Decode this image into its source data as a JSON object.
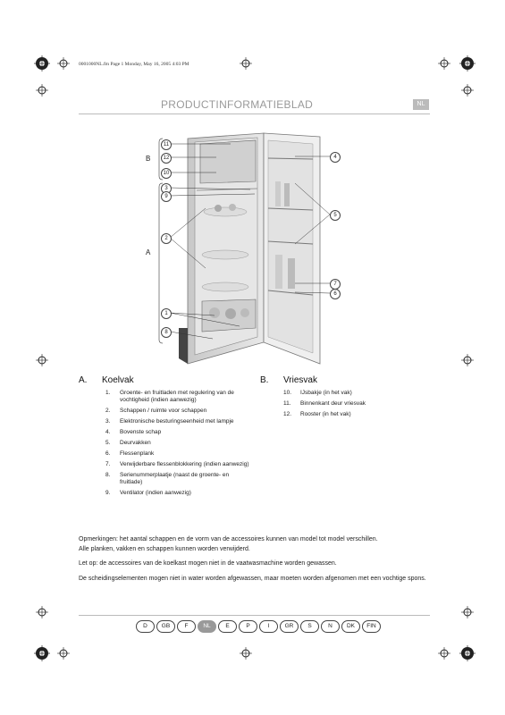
{
  "header_line": "0001000NL.fm Page 1 Monday, May 16, 2005 4:03 PM",
  "title": "PRODUCTINFORMATIEBLAD",
  "lang_badge": "NL",
  "diagram": {
    "label_b": "B",
    "label_a": "A",
    "callouts_left": [
      "11",
      "12",
      "10",
      "3",
      "9",
      "2",
      "1",
      "8"
    ],
    "callouts_right": [
      "4",
      "5",
      "7",
      "6"
    ]
  },
  "section_a": {
    "letter": "A.",
    "title": "Koelvak",
    "items": [
      {
        "num": "1.",
        "text": "Groente- en fruitladen met regulering van de vochtigheid (indien aanwezig)"
      },
      {
        "num": "2.",
        "text": "Schappen / ruimte voor schappen"
      },
      {
        "num": "3.",
        "text": "Elektronische besturingseenheid met lampje"
      },
      {
        "num": "4.",
        "text": "Bovenste schap"
      },
      {
        "num": "5.",
        "text": "Deurvakken"
      },
      {
        "num": "6.",
        "text": "Flessenplank"
      },
      {
        "num": "7.",
        "text": "Verwijderbare flessenblokkering (indien aanwezig)"
      },
      {
        "num": "8.",
        "text": "Serienummerplaatje (naast de groente- en fruitlade)"
      },
      {
        "num": "9.",
        "text": "Ventilator (indien aanwezig)"
      }
    ]
  },
  "section_b": {
    "letter": "B.",
    "title": "Vriesvak",
    "items": [
      {
        "num": "10.",
        "text": "IJsbakje (in het vak)"
      },
      {
        "num": "11.",
        "text": "Binnenkant deur vriesvak"
      },
      {
        "num": "12.",
        "text": "Rooster (in het vak)"
      }
    ]
  },
  "remarks": {
    "r1a": "Opmerkingen: het aantal schappen en de vorm van de accessoires kunnen van model tot model verschillen.",
    "r1b": "Alle planken, vakken en schappen kunnen worden verwijderd.",
    "r2": "Let op: de accessoires van de koelkast mogen niet in de vaatwasmachine worden gewassen.",
    "r3": "De scheidingselementen mogen niet in water worden afgewassen, maar moeten worden afgenomen met een vochtige spons."
  },
  "languages": [
    "D",
    "GB",
    "F",
    "NL",
    "E",
    "P",
    "I",
    "GR",
    "S",
    "N",
    "DK",
    "FIN"
  ],
  "active_language": "NL",
  "colors": {
    "active_lang_bg": "#999999",
    "title_gray": "#999999"
  }
}
